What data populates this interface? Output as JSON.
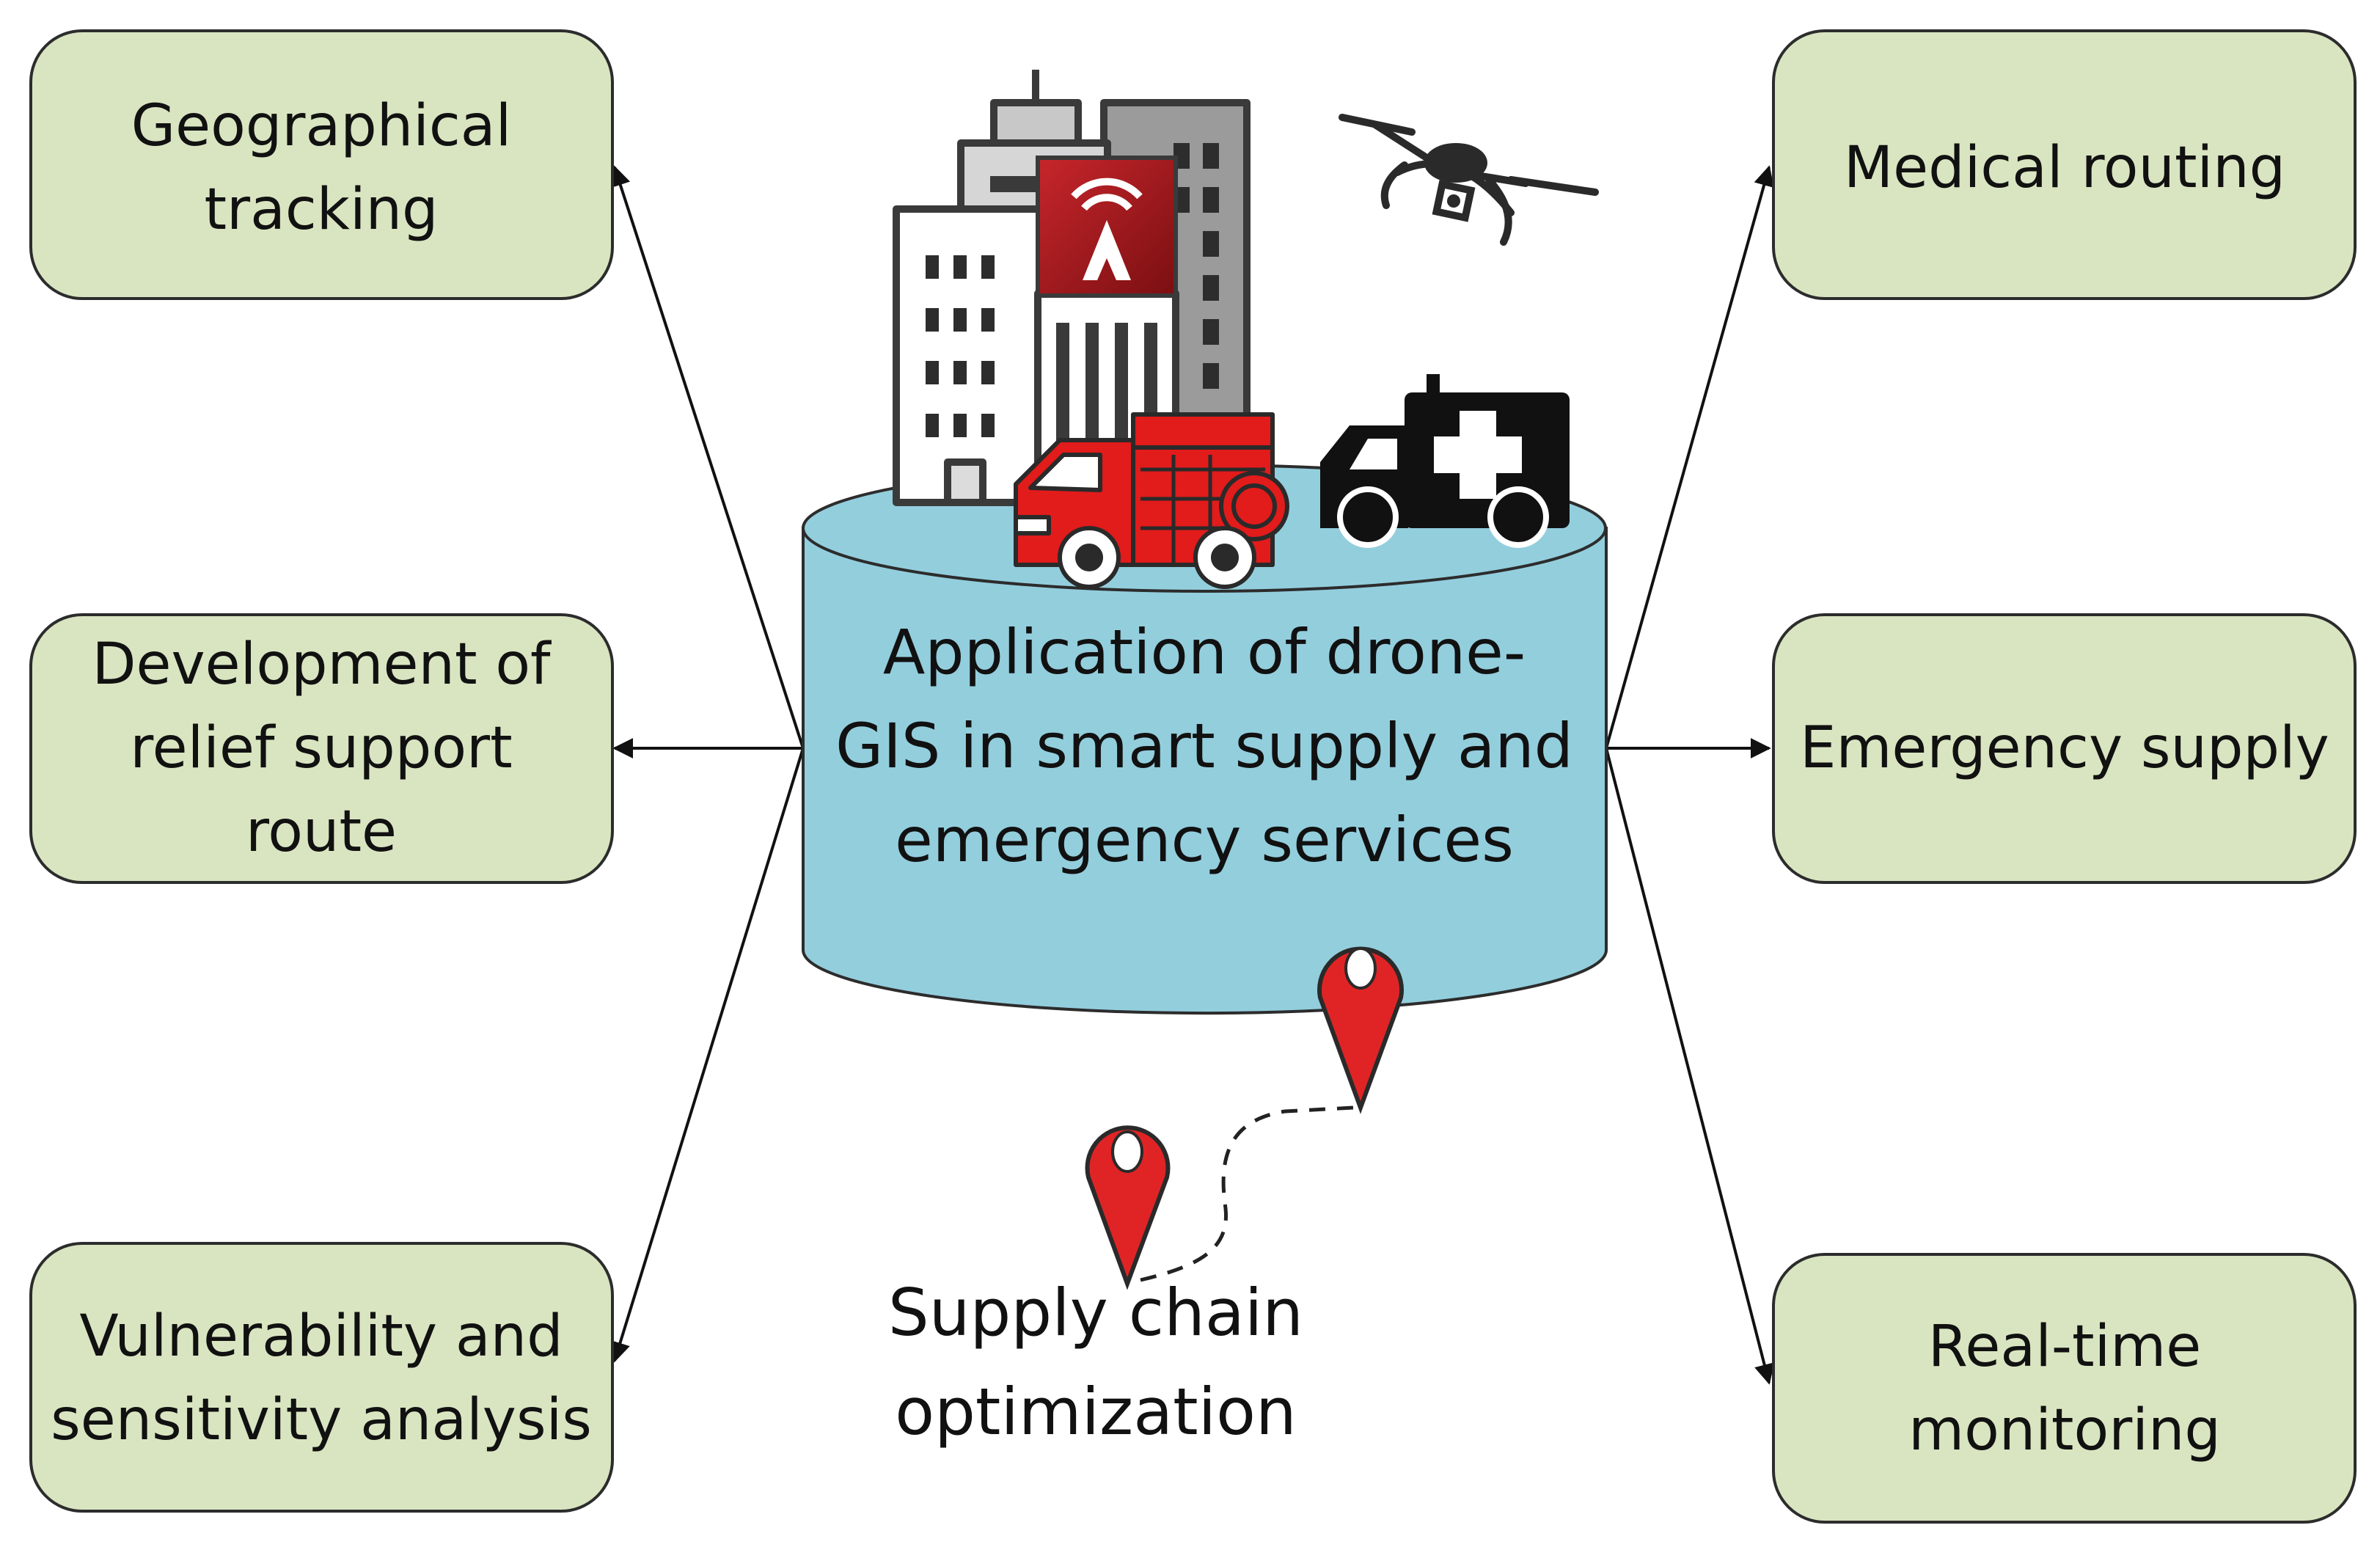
{
  "center": {
    "lines": [
      "Application of drone-",
      "GIS in smart supply and",
      "emergency services"
    ]
  },
  "left_nodes": [
    {
      "lines": [
        "Geographical",
        "tracking"
      ]
    },
    {
      "lines": [
        "Development of",
        "relief support",
        "route"
      ]
    },
    {
      "lines": [
        "Vulnerability and",
        "sensitivity analysis"
      ]
    }
  ],
  "right_nodes": [
    {
      "lines": [
        "Medical routing"
      ]
    },
    {
      "lines": [
        "Emergency supply"
      ]
    },
    {
      "lines": [
        "Real-time",
        "monitoring"
      ]
    }
  ],
  "caption": {
    "lines": [
      "Supply chain",
      "optimization"
    ]
  },
  "colors": {
    "node_fill": "#d9e5c1",
    "cylinder_fill": "#93cedd",
    "pin_red": "#e02426",
    "fire_truck_red": "#e21b1b",
    "sign_red": "#b2191f"
  },
  "icons": [
    "buildings-icon",
    "wifi-sign-icon",
    "drone-icon",
    "fire-truck-icon",
    "ambulance-icon",
    "map-pin-icon"
  ]
}
